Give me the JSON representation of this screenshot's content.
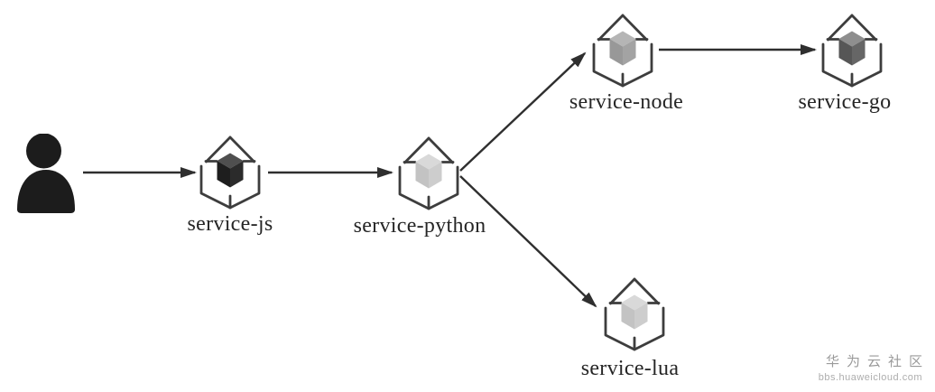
{
  "diagram": {
    "type": "service-call-graph",
    "actor": {
      "id": "user",
      "icon": "person-icon"
    },
    "nodes": [
      {
        "id": "service-js",
        "label": "service-js",
        "icon": "cube-icon",
        "cube": {
          "top": "#4f4f4f",
          "left": "#1e1e1e",
          "right": "#2b2b2b"
        }
      },
      {
        "id": "service-python",
        "label": "service-python",
        "icon": "cube-icon",
        "cube": {
          "top": "#d9d9d9",
          "left": "#c3c3c3",
          "right": "#cdcdcd"
        }
      },
      {
        "id": "service-node",
        "label": "service-node",
        "icon": "cube-icon",
        "cube": {
          "top": "#b5b5b5",
          "left": "#989898",
          "right": "#a3a3a3"
        }
      },
      {
        "id": "service-go",
        "label": "service-go",
        "icon": "cube-icon",
        "cube": {
          "top": "#8e8e8e",
          "left": "#565656",
          "right": "#666666"
        }
      },
      {
        "id": "service-lua",
        "label": "service-lua",
        "icon": "cube-icon",
        "cube": {
          "top": "#d9d9d9",
          "left": "#c3c3c3",
          "right": "#cdcdcd"
        }
      }
    ],
    "edges": [
      {
        "from": "user",
        "to": "service-js"
      },
      {
        "from": "service-js",
        "to": "service-python"
      },
      {
        "from": "service-python",
        "to": "service-node"
      },
      {
        "from": "service-python",
        "to": "service-lua"
      },
      {
        "from": "service-node",
        "to": "service-go"
      }
    ],
    "colors": {
      "outline": "#3d3d3d",
      "arrow": "#2f2f2f",
      "label": "#262626",
      "actor": "#1c1c1c",
      "watermark": "#9a9a9a",
      "watermark_sub": "#adadad",
      "background": "#ffffff"
    }
  },
  "watermark": {
    "line1": "华为云社区",
    "line2": "bbs.huaweicloud.com"
  }
}
